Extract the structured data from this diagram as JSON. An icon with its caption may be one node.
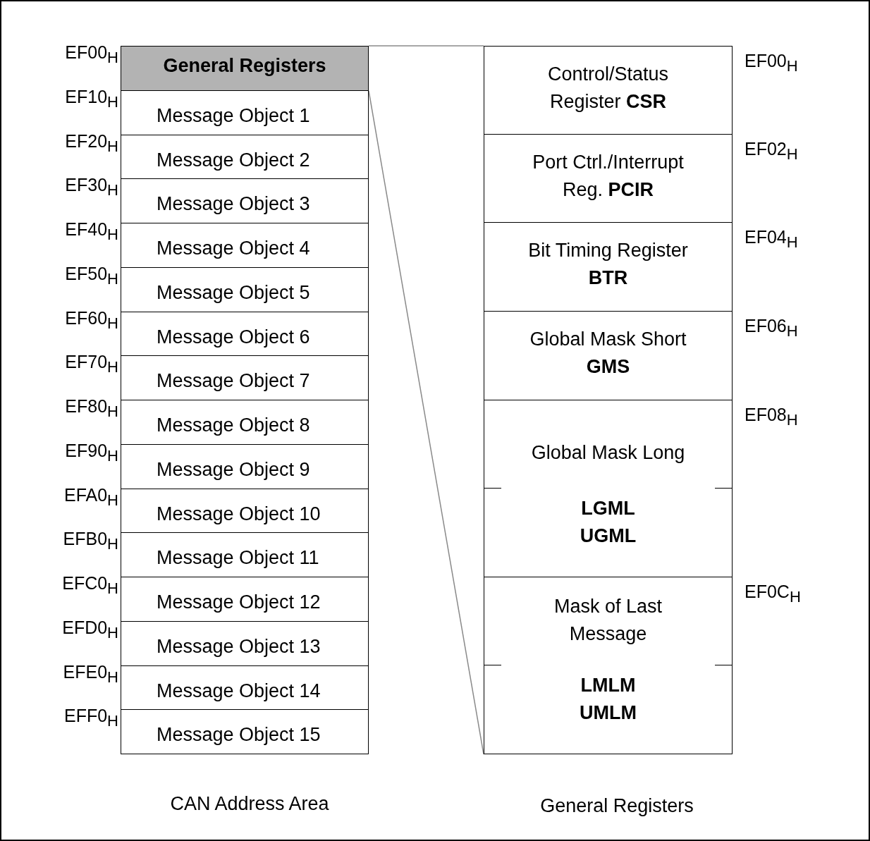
{
  "diagram": {
    "nodes": [
      {
        "text": [
          "General Registers"
        ],
        "beside": [
          "EF00$_{H}$"
        ]
      },
      {
        "text": [
          "Message Object 1"
        ],
        "beside": [
          "EF10$_{H}$"
        ]
      },
      {
        "text": [
          "Message Object 2"
        ],
        "beside": [
          "EF20$_{H}$"
        ]
      },
      {
        "text": [
          "Message Object 3"
        ],
        "beside": [
          "EF30$_{H}$"
        ]
      },
      {
        "text": [
          "Message Object 4"
        ],
        "beside": [
          "EF40$_{H}$"
        ]
      },
      {
        "text": [
          "Message Object 5"
        ],
        "beside": [
          "EF50$_{H}$"
        ]
      },
      {
        "text": [
          "Message Object 6"
        ],
        "beside": [
          "EF60$_{H}$"
        ]
      },
      {
        "text": [
          "Message Object 7"
        ],
        "beside": [
          "EF70$_{H}$"
        ]
      },
      {
        "text": [
          "Message Object 8"
        ],
        "beside": [
          "EF80$_{H}$"
        ]
      },
      {
        "text": [
          "Message Object 9"
        ],
        "beside": [
          "EF90$_{H}$"
        ]
      },
      {
        "text": [
          "Message Object 10"
        ],
        "beside": [
          "EFA0$_{H}$"
        ]
      },
      {
        "text": [
          "Message Object 11"
        ],
        "beside": [
          "EFB0$_{H}$"
        ]
      },
      {
        "text": [
          "Message Object 12"
        ],
        "beside": [
          "EFC0$_{H}$"
        ]
      },
      {
        "text": [
          "Message Object 13"
        ],
        "beside": [
          "EFD0$_{H}$"
        ]
      },
      {
        "text": [
          "Message Object 14"
        ],
        "beside": [
          "EFE0$_{H}$"
        ]
      },
      {
        "text": [
          "Message Object 15"
        ],
        "beside": [
          "EFF0$_{H}$"
        ]
      },
      {
        "text": [],
        "shape": "box"
      },
      {
        "text": [
          "Control/Status Register **CSR**"
        ],
        "beside": [
          "EF00$_{H}$"
        ],
        "in": 16
      },
      {
        "text": [
          "Port Ctrl./Interrupt Reg. **PCIR**"
        ],
        "beside": [
          "EF02$_{H}$"
        ],
        "in": 16
      },
      {
        "text": [
          "Bit Timing Register **BTR**"
        ],
        "beside": [
          "EF04$_{H}$"
        ],
        "in": 16
      },
      {
        "text": [
          "Global Mask Short **GMS**"
        ],
        "beside": [
          "EF06$_{H}$"
        ],
        "in": 16
      },
      {
        "text": [
          "Global Mask Long",
          "LGML UGML"
        ],
        "beside": [
          "EF08$_{H}$"
        ],
        "in": 16
      },
      {
        "text": [
          "Mask of Last Message",
          "LMLM UMLM"
        ],
        "beside": [
          "EF0C$_{H}$"
        ],
        "in": 16
      }
    ],
    "edges": [
      {
        "from": 0,
        "to": 16,
        "arrow": "none"
      },
      {
        "from": 0,
        "to": 16,
        "arrow": "none"
      }
    ],
    "labels": [
      "CAN Address Area",
      "General Registers"
    ]
  }
}
